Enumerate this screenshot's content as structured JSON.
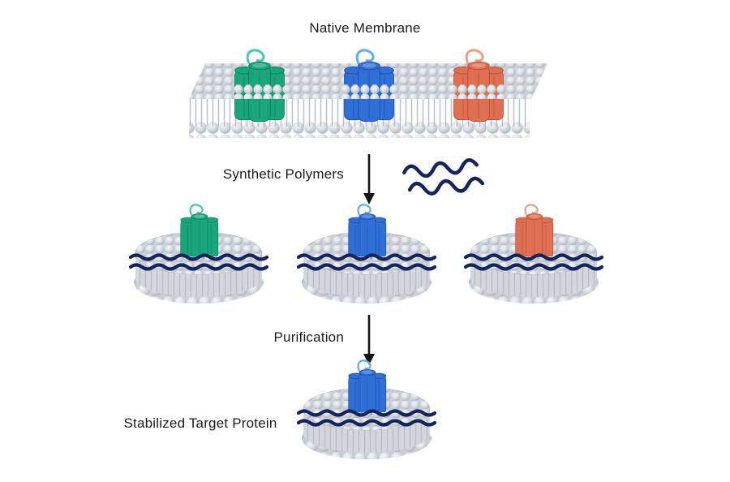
{
  "title": "Native Membrane",
  "labels": {
    "step1": "Synthetic Polymers",
    "step2": "Purification",
    "result": "Stabilized Target Protein"
  },
  "colors": {
    "teal": "#1aa67c",
    "teal_dark": "#0e7f5c",
    "teal_squiggle": "#45c8b8",
    "blue": "#2f6fd6",
    "blue_dark": "#1c4fae",
    "blue_squiggle": "#5fb0e8",
    "orange": "#df6f52",
    "orange_dark": "#b94f35",
    "orange_squiggle": "#eb9e86",
    "polymer_navy": "#14255d",
    "lipid_head": "#d7dbe1",
    "lipid_tail": "#b9bfc8",
    "arrow": "#141414",
    "text": "#1c1c1c",
    "background": "#ffffff"
  },
  "diagram": {
    "membrane_proteins": [
      "teal",
      "blue",
      "orange"
    ],
    "nanodiscs": [
      "teal",
      "blue",
      "orange"
    ],
    "final_protein": "blue"
  }
}
